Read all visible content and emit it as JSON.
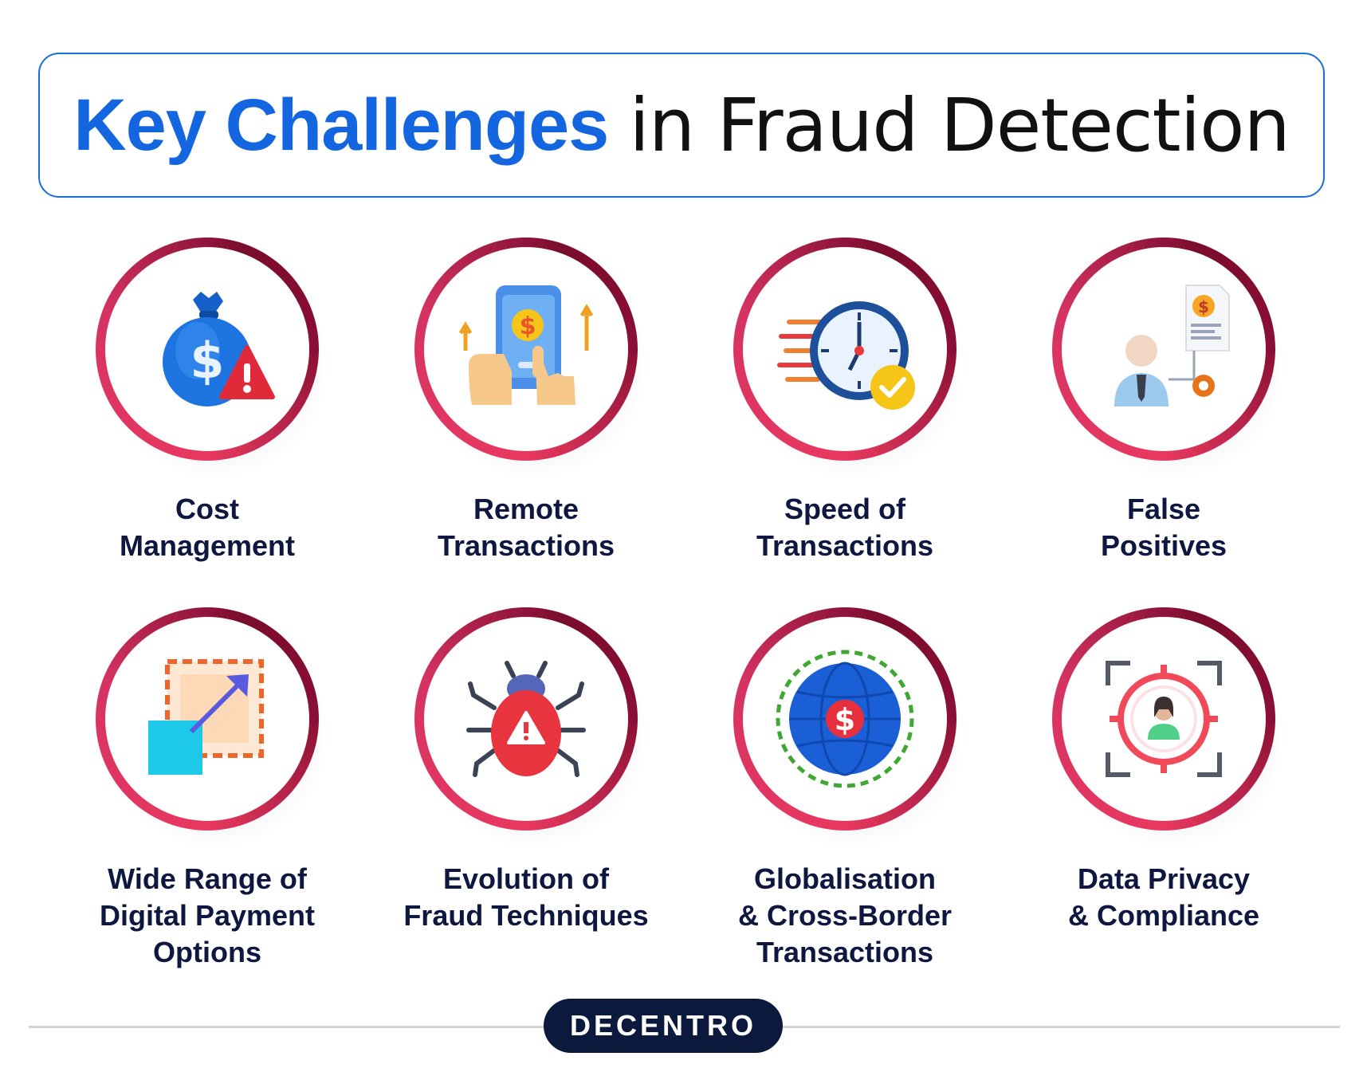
{
  "title": {
    "accent": "Key Challenges",
    "rest": "in Fraud Detection"
  },
  "items": [
    {
      "lines": [
        "Cost",
        "Management"
      ],
      "icon": "money-bag-warning-icon"
    },
    {
      "lines": [
        "Remote",
        "Transactions"
      ],
      "icon": "phone-payment-icon"
    },
    {
      "lines": [
        "Speed of",
        "Transactions"
      ],
      "icon": "fast-clock-check-icon"
    },
    {
      "lines": [
        "False",
        "Positives"
      ],
      "icon": "person-document-gear-icon"
    },
    {
      "lines": [
        "Wide Range of",
        "Digital Payment",
        "Options"
      ],
      "icon": "expand-scale-icon"
    },
    {
      "lines": [
        "Evolution of",
        "Fraud Techniques"
      ],
      "icon": "bug-warning-icon"
    },
    {
      "lines": [
        "Globalisation",
        "& Cross-Border",
        "Transactions"
      ],
      "icon": "globe-dollar-icon"
    },
    {
      "lines": [
        "Data Privacy",
        "& Compliance"
      ],
      "icon": "target-person-icon"
    }
  ],
  "footer": {
    "brand": "DECENTRO"
  },
  "colors": {
    "accent": "#1466e0",
    "ring": "#e8395f",
    "ring_dark": "#7a0c2e",
    "text": "#0d1740",
    "logo_bg": "#0b1a3c"
  }
}
